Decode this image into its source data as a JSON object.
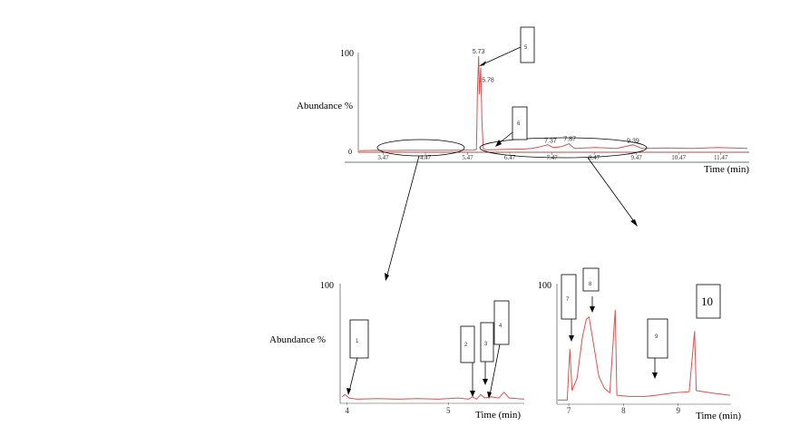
{
  "chart_data": [
    {
      "type": "line",
      "ylabel": "Abundance %",
      "xlabel": "Time (min)",
      "ylim": [
        0,
        100
      ],
      "xlim": [
        2.9,
        12.1
      ],
      "ytick_labels": [
        "100",
        "0"
      ],
      "x_ticks": [
        3.47,
        4.47,
        5.47,
        6.47,
        7.47,
        8.47,
        9.47,
        10.47,
        11.47
      ],
      "x_tick_labels": [
        "3.47",
        "4.47",
        "5.47",
        "6.47",
        "7.47",
        "8.47",
        "9.47",
        "10.47",
        "11.47"
      ],
      "series_color": "#d9534f",
      "points": [
        [
          2.9,
          0.8
        ],
        [
          3.3,
          1.0
        ],
        [
          3.7,
          0.9
        ],
        [
          4.1,
          1.1
        ],
        [
          4.5,
          1.0
        ],
        [
          4.9,
          1.2
        ],
        [
          5.3,
          1.1
        ],
        [
          5.6,
          1.3
        ],
        [
          5.68,
          2
        ],
        [
          5.7,
          60
        ],
        [
          5.73,
          100
        ],
        [
          5.75,
          60
        ],
        [
          5.78,
          88
        ],
        [
          5.81,
          30
        ],
        [
          5.84,
          3
        ],
        [
          5.9,
          1.5
        ],
        [
          6.3,
          2
        ],
        [
          6.8,
          2.5
        ],
        [
          7.0,
          3
        ],
        [
          7.2,
          5
        ],
        [
          7.37,
          7
        ],
        [
          7.5,
          4
        ],
        [
          7.7,
          5
        ],
        [
          7.87,
          8
        ],
        [
          8.0,
          3
        ],
        [
          8.5,
          4
        ],
        [
          9.0,
          3
        ],
        [
          9.39,
          7
        ],
        [
          9.6,
          3
        ],
        [
          10.2,
          3.5
        ],
        [
          10.8,
          3
        ],
        [
          11.4,
          4
        ],
        [
          12.1,
          3
        ]
      ],
      "peak_labels": [
        {
          "x": 5.73,
          "y": 100,
          "text": "5.73"
        },
        {
          "x": 5.78,
          "y": 88,
          "text": "5.78"
        },
        {
          "x": 7.37,
          "y": 7,
          "text": "7.37"
        },
        {
          "x": 7.87,
          "y": 8,
          "text": "7.87"
        },
        {
          "x": 9.39,
          "y": 7,
          "text": "9.39"
        }
      ],
      "callouts": [
        "5",
        "6"
      ]
    },
    {
      "type": "line",
      "ylabel": "Abundance %",
      "xlabel": "Time (min)",
      "ylim": [
        0,
        100
      ],
      "xlim": [
        3.95,
        5.75
      ],
      "ytick_labels": [
        "100"
      ],
      "x_ticks": [
        4,
        5
      ],
      "x_tick_labels": [
        "4",
        "5"
      ],
      "series_color": "#d9534f",
      "points": [
        [
          3.95,
          4
        ],
        [
          3.98,
          6
        ],
        [
          4.02,
          3
        ],
        [
          4.1,
          2
        ],
        [
          4.3,
          2.5
        ],
        [
          4.5,
          2
        ],
        [
          4.7,
          2.5
        ],
        [
          4.9,
          2
        ],
        [
          5.1,
          3
        ],
        [
          5.2,
          2
        ],
        [
          5.24,
          4
        ],
        [
          5.28,
          2
        ],
        [
          5.32,
          6
        ],
        [
          5.36,
          3
        ],
        [
          5.42,
          4
        ],
        [
          5.5,
          3
        ],
        [
          5.55,
          8
        ],
        [
          5.6,
          3
        ],
        [
          5.75,
          2
        ]
      ],
      "callouts": [
        "1",
        "2",
        "3",
        "4"
      ]
    },
    {
      "type": "line",
      "xlabel": "Time (min)",
      "ylim": [
        0,
        100
      ],
      "xlim": [
        6.8,
        9.95
      ],
      "ytick_labels": [
        "100"
      ],
      "x_ticks": [
        7,
        8,
        9
      ],
      "x_tick_labels": [
        "7",
        "8",
        "9"
      ],
      "series_color": "#d9534f",
      "points": [
        [
          6.8,
          2
        ],
        [
          6.97,
          2
        ],
        [
          7.02,
          45
        ],
        [
          7.06,
          10
        ],
        [
          7.15,
          20
        ],
        [
          7.25,
          55
        ],
        [
          7.32,
          70
        ],
        [
          7.37,
          72
        ],
        [
          7.45,
          50
        ],
        [
          7.55,
          22
        ],
        [
          7.65,
          12
        ],
        [
          7.75,
          8
        ],
        [
          7.85,
          78
        ],
        [
          7.88,
          6
        ],
        [
          8.1,
          5
        ],
        [
          8.4,
          5
        ],
        [
          8.6,
          6
        ],
        [
          8.9,
          8
        ],
        [
          9.2,
          9
        ],
        [
          9.3,
          60
        ],
        [
          9.33,
          10
        ],
        [
          9.6,
          8
        ],
        [
          9.95,
          6
        ]
      ],
      "callouts": [
        "7",
        "8",
        "9",
        "10"
      ]
    }
  ]
}
